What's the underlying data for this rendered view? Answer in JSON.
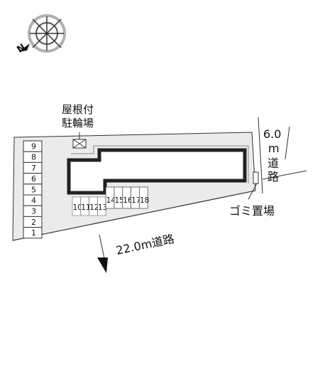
{
  "compass": {
    "label": "N",
    "icon": "compass-rose-icon"
  },
  "labels": {
    "bicycle_parking_line1": "屋根付",
    "bicycle_parking_line2": "駐輪場",
    "side_road_width": "6.0",
    "side_road_unit": "m",
    "side_road_char1": "道",
    "side_road_char2": "路",
    "garbage_area": "ゴミ置場",
    "main_road": "22.0m道路"
  },
  "parking_left": [
    "9",
    "8",
    "7",
    "6",
    "5",
    "4",
    "3",
    "2",
    "1"
  ],
  "parking_bottom": [
    "10",
    "11",
    "12",
    "13",
    "14",
    "15",
    "16",
    "17",
    "18"
  ],
  "colors": {
    "lot": "#ebebeb",
    "stroke": "#333333",
    "building": "#222222"
  }
}
